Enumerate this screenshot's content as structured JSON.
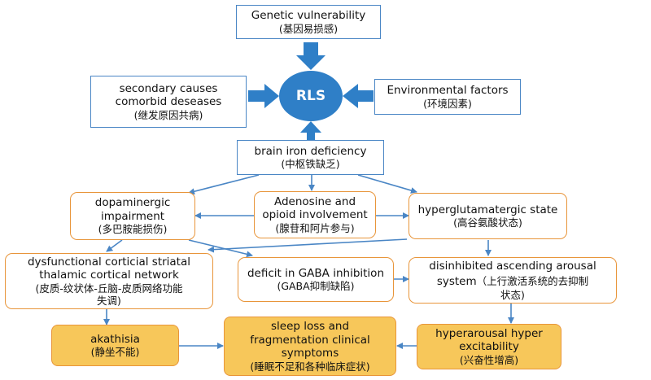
{
  "nodes": {
    "genetic": {
      "en": "Genetic vulnerability",
      "cn": "(基因易损感)"
    },
    "rls": {
      "label": "RLS"
    },
    "secondary": {
      "en1": "secondary causes",
      "en2": "comorbid deseases",
      "cn": "(继发原因共病)"
    },
    "environmental": {
      "en": "Environmental factors",
      "cn": "(环境因素)"
    },
    "brain_iron": {
      "en": "brain iron deficiency",
      "cn": "(中枢铁缺乏)"
    },
    "dopaminergic": {
      "en1": "dopaminergic",
      "en2": "impairment",
      "cn": "(多巴胺能损伤)"
    },
    "adenosine": {
      "en1": "Adenosine and",
      "en2": "opioid involvement",
      "cn": "(腺苷和阿片参与)"
    },
    "hyperglutamatergic": {
      "en": "hyperglutamatergic state",
      "cn": "(高谷氨酸状态)"
    },
    "dysfunctional": {
      "en1": "dysfunctional corticial striatal",
      "en2": "thalamic cortical network",
      "cn1": "(皮质-纹状体-丘脑-皮质网络功能",
      "cn2": "失调)"
    },
    "gaba": {
      "en": "deficit in GABA inhibition",
      "cn": "(GABA抑制缺陷)"
    },
    "disinhibited": {
      "en1": "disinhibited ascending arousal",
      "en2": "system",
      "cn_inline": "（上行激活系统的去抑制",
      "cn2": "状态)"
    },
    "akathisia": {
      "en": "akathisia",
      "cn": "(静坐不能)"
    },
    "sleep_loss": {
      "en1": "sleep loss and",
      "en2": "fragmentation clinical",
      "en3": "symptoms",
      "cn": "(睡眠不足和各种临床症状)"
    },
    "hyperarousal": {
      "en1": "hyperarousal hyper",
      "en2": "excitability",
      "cn": "(兴奋性增高)"
    }
  },
  "colors": {
    "arrow": "#4a86c5",
    "blue_border": "#4a86c5",
    "orange_border": "#e8953a",
    "yellow_fill": "#f7c75a",
    "rls_fill": "#2f7fc7"
  }
}
